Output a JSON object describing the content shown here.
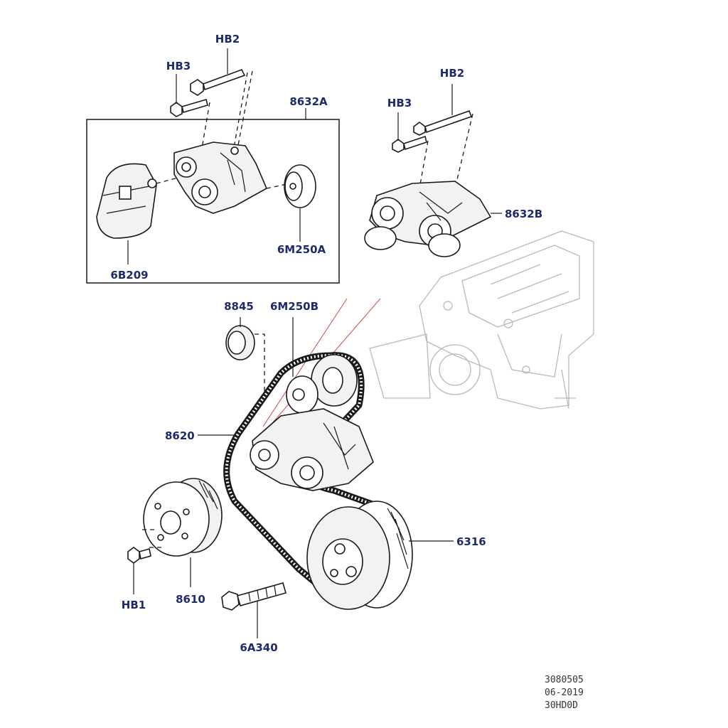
{
  "diagram": {
    "title": "Accessory drive belt and tensioner exploded view",
    "labels": {
      "hb2_top": "HB2",
      "hb3_top": "HB3",
      "l_8632a": "8632A",
      "hb2_right": "HB2",
      "hb3_right": "HB3",
      "l_8632b": "8632B",
      "l_6b209": "6B209",
      "l_6m250a": "6M250A",
      "l_8845": "8845",
      "l_6m250b": "6M250B",
      "l_8620": "8620",
      "l_6316": "6316",
      "hb1": "HB1",
      "l_8610": "8610",
      "l_6a340": "6A340"
    },
    "footer": {
      "line1": "3080505",
      "line2": "06-2019",
      "line3": "30HD0D"
    },
    "colors": {
      "callout": "#1d2a6b",
      "linework": "#1a1a1a",
      "ghost": "#b9b9b9",
      "reference_line": "#d04a4a"
    }
  }
}
